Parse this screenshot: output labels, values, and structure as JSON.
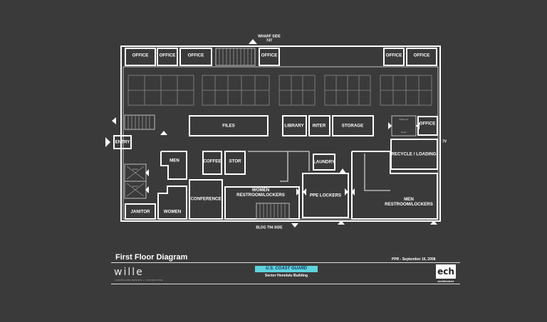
{
  "title": "First Floor Diagram",
  "date": "PPR - September 16, 2008",
  "firm": {
    "name": "wille",
    "tagline": "LANDSCAPE DESIGN + CONSULTING"
  },
  "client": {
    "name": "U.S. COAST GUARD",
    "building": "Sector Honolulu Building"
  },
  "architect": {
    "logo": "ech",
    "label": "architecture"
  },
  "sides": {
    "top": "WHARF SIDE",
    "top_sub": "74T",
    "bottom": "BLDG T94 SIDE",
    "right": "7V"
  },
  "rooms": {
    "office": "OFFICE",
    "entry": "ENTRY",
    "files": "FILES",
    "library": "LIBRARY",
    "inter": "INTER",
    "storage": "STORAGE",
    "recycle": "RECYCLE / LOADING",
    "men": "MEN",
    "coffee": "COFFEE",
    "stor": "STOR",
    "laundry": "LAUNDRY",
    "conference": "CONFERENCE",
    "women_lockers": "WOMEN\nRESTROOM/LOCKERS",
    "ppe": "PPE LOCKERS",
    "men_lockers": "MEN\nRESTROOM/LOCKERS",
    "janitor": "JANITOR",
    "women": "WOMEN",
    "freight": "FREIGHT",
    "elev": "ELEV"
  }
}
